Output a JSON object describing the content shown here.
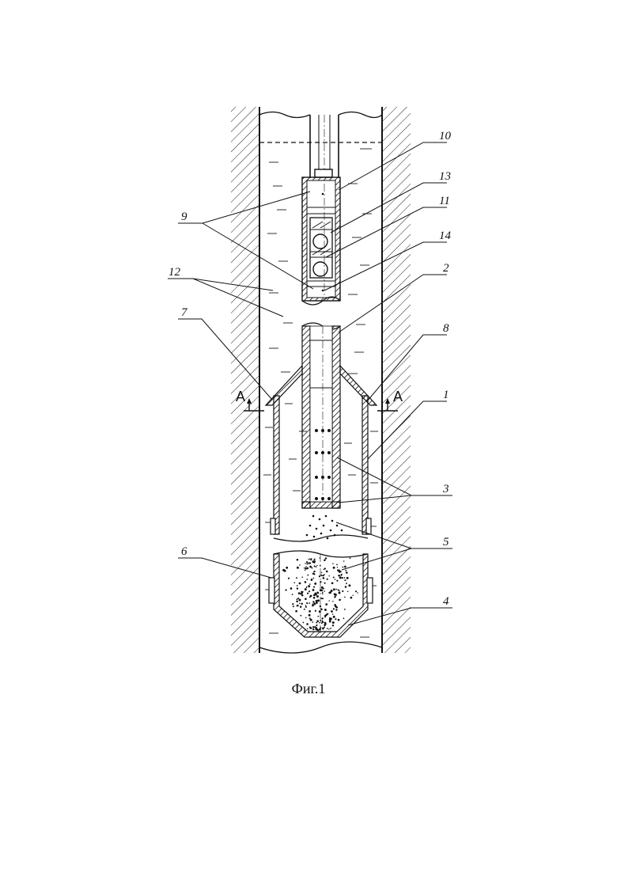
{
  "caption": "Фиг.1",
  "section_mark": "A",
  "labels": {
    "l1": "1",
    "l2": "2",
    "l3": "3",
    "l4": "4",
    "l5": "5",
    "l6": "6",
    "l7": "7",
    "l8": "8",
    "l9": "9",
    "l10": "10",
    "l11": "11",
    "l12": "12",
    "l13": "13",
    "l14": "14"
  }
}
